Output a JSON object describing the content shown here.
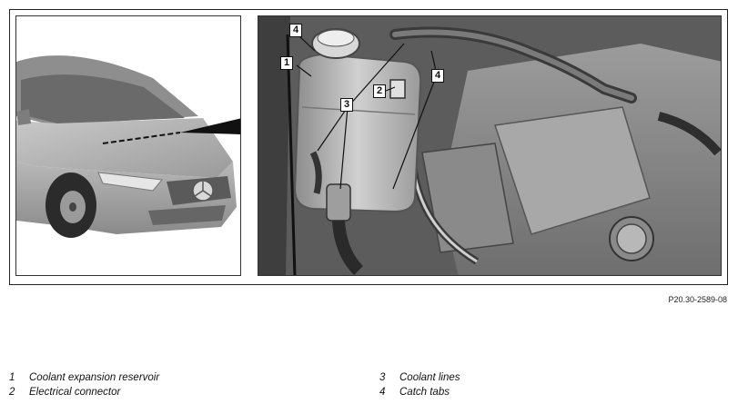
{
  "figure": {
    "reference_code": "P20.30-2589-08",
    "callouts": [
      "1",
      "2",
      "3",
      "4"
    ]
  },
  "legend": [
    {
      "num": "1",
      "label": "Coolant expansion reservoir"
    },
    {
      "num": "2",
      "label": "Electrical connector"
    },
    {
      "num": "3",
      "label": "Coolant lines"
    },
    {
      "num": "4",
      "label": "Catch tabs"
    }
  ],
  "icons": {
    "car": "car-front-illustration",
    "engine": "engine-bay-illustration"
  }
}
